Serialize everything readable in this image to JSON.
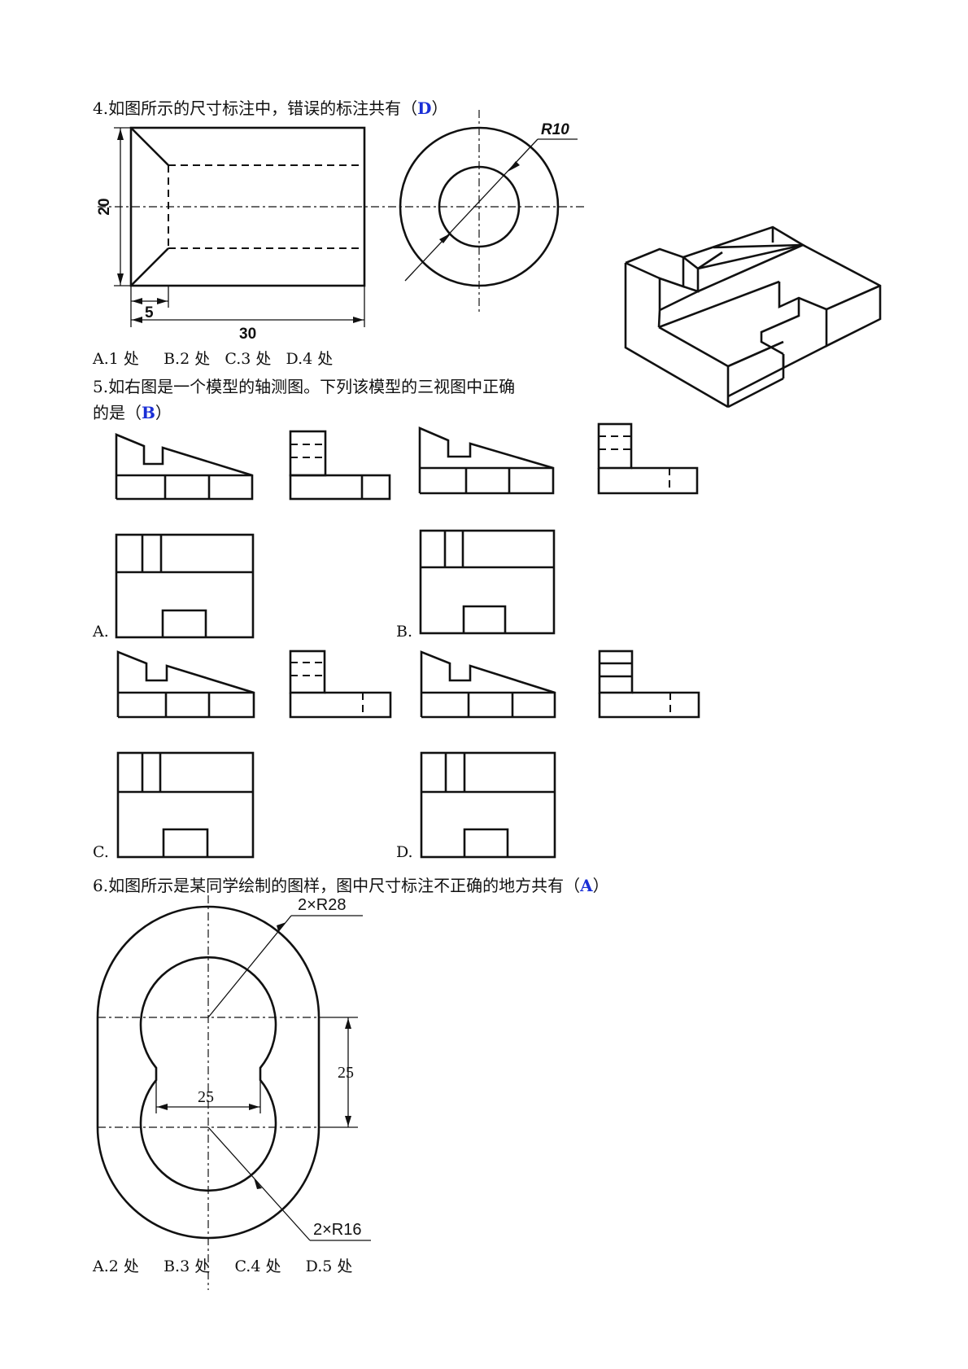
{
  "q4": {
    "stem": "4.如图所示的尺寸标注中，错误的标注共有（",
    "answer": "D",
    "close": "）",
    "dims": {
      "height": "20",
      "length": "30",
      "offset": "5",
      "radius": "R10"
    },
    "options": [
      "A.1 处",
      "B.2 处",
      "C.3 处",
      "D.4 处"
    ]
  },
  "q5": {
    "stem_line1": "5.如右图是一个模型的轴测图。下列该模型的三视图中正确",
    "stem_line2": "的是（",
    "answer": "B",
    "close": "）",
    "options": [
      "A.",
      "B.",
      "C.",
      "D."
    ]
  },
  "q6": {
    "stem": "6.如图所示是某同学绘制的图样，图中尺寸标注不正确的地方共有（",
    "answer": "A",
    "close": "）",
    "dims": {
      "outer": "2×R28",
      "inner": "2×R16",
      "width": "25",
      "height": "25"
    },
    "options": [
      "A.2 处",
      "B.3 处",
      "C.4 处",
      "D.5 处"
    ]
  }
}
